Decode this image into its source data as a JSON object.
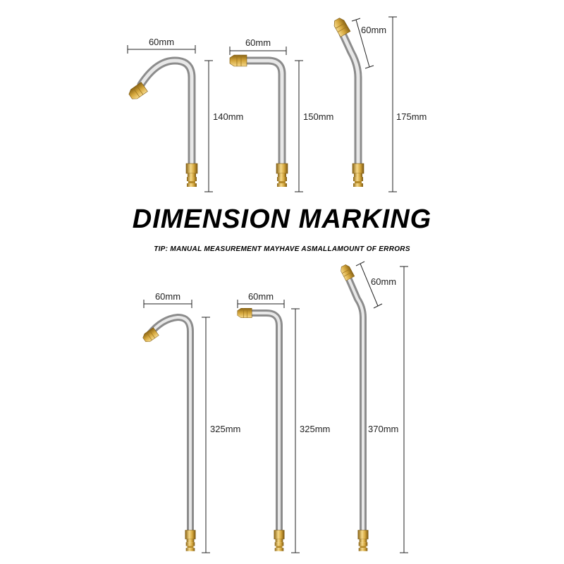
{
  "heading": {
    "title": "DIMENSION MARKING",
    "tip": "TIP: MANUAL MEASUREMENT MAYHAVE ASMALLAMOUNT OF ERRORS"
  },
  "top_row": [
    {
      "tip_dimension": "60mm",
      "length": "140mm"
    },
    {
      "tip_dimension": "60mm",
      "length": "150mm"
    },
    {
      "tip_dimension": "60mm",
      "length": "175mm"
    }
  ],
  "bottom_row": [
    {
      "tip_dimension": "60mm",
      "length": "325mm"
    },
    {
      "tip_dimension": "60mm",
      "length": "325mm"
    },
    {
      "tip_dimension": "60mm",
      "length": "370mm"
    }
  ],
  "colors": {
    "steel_light": "#f4f4f4",
    "steel_mid": "#c8c8c8",
    "steel_dark": "#8c8c8c",
    "brass_light": "#f6d98a",
    "brass_mid": "#d4a63c",
    "brass_dark": "#8a6414",
    "dimension_line": "#222222"
  }
}
